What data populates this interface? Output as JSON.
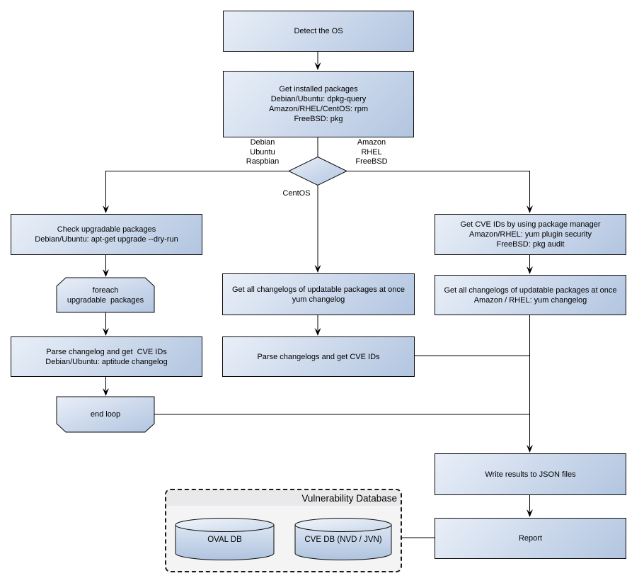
{
  "colors": {
    "node_gradient_start": "#e9eff8",
    "node_gradient_end": "#b2c5e0",
    "node_border": "#0a0a0a",
    "container_fill": "#f4f4f5",
    "container_header": "#e9e9eb",
    "connector": "#000000"
  },
  "nodes": {
    "detect_os": {
      "lines": [
        "Detect the OS"
      ]
    },
    "get_installed_packages": {
      "lines": [
        "Get installed packages",
        "Debian/Ubuntu: dpkg-query",
        "Amazon/RHEL/CentOS: rpm",
        "FreeBSD: pkg"
      ]
    },
    "check_upgradable": {
      "lines": [
        "Check upgradable packages",
        "Debian/Ubuntu: apt-get upgrade --dry-run"
      ]
    },
    "foreach_loop": {
      "lines": [
        "foreach",
        "upgradable  packages"
      ]
    },
    "parse_changelog_left": {
      "lines": [
        "Parse changelog and get  CVE IDs",
        "Debian/Ubuntu: aptitude changelog"
      ]
    },
    "end_loop": {
      "lines": [
        "end loop"
      ]
    },
    "get_changelogs_centos": {
      "lines": [
        "Get all changelogs of updatable packages at once",
        "yum changelog"
      ]
    },
    "parse_changelogs_centos": {
      "lines": [
        "Parse changelogs and get CVE IDs"
      ]
    },
    "get_cve_ids_pkg_mgr": {
      "lines": [
        "Get CVE IDs by using package manager",
        "Amazon/RHEL: yum plugin security",
        "FreeBSD: pkg audit"
      ]
    },
    "get_changelogs_amazon": {
      "lines": [
        "Get all changelogs of updatable packages at once",
        "Amazon / RHEL: yum changelog"
      ]
    },
    "write_results": {
      "lines": [
        "Write results to JSON files"
      ]
    },
    "report": {
      "lines": [
        "Report"
      ]
    }
  },
  "branch_labels": {
    "left": [
      "Debian",
      "Ubuntu",
      "Raspbian"
    ],
    "right": [
      "Amazon",
      "RHEL",
      "FreeBSD"
    ],
    "down": "CentOS"
  },
  "database": {
    "title": "Vulnerability Database",
    "cylinders": [
      "OVAL DB",
      "CVE DB (NVD / JVN)"
    ]
  }
}
